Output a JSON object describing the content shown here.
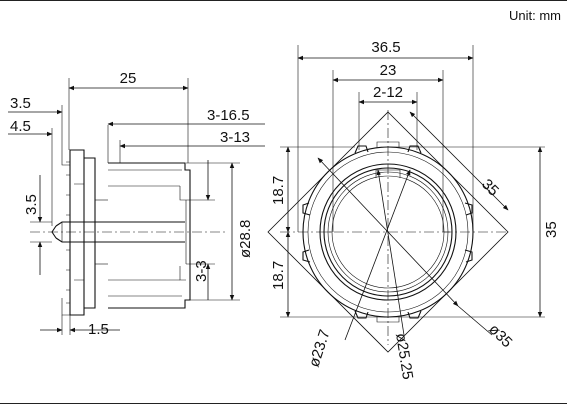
{
  "unit_label": "Unit: mm",
  "side_view": {
    "dim_25": "25",
    "dim_3_5_top": "3.5",
    "dim_4_5": "4.5",
    "dim_3_16_5": "3-16.5",
    "dim_3_13": "3-13",
    "dim_3_5_left": "3.5",
    "dim_dia_28_8": "ø28.8",
    "dim_3_3": "3-3",
    "dim_1_5": "1.5"
  },
  "front_view": {
    "dim_36_5": "36.5",
    "dim_23": "23",
    "dim_2_12": "2-12",
    "dim_18_7_top": "18.7",
    "dim_18_7_bottom": "18.7",
    "dim_35_diag": "35",
    "dim_35_right": "35",
    "dim_dia_23_7": "ø23.7",
    "dim_dia_25_25": "ø25.25",
    "dim_dia_35": "ø35"
  }
}
